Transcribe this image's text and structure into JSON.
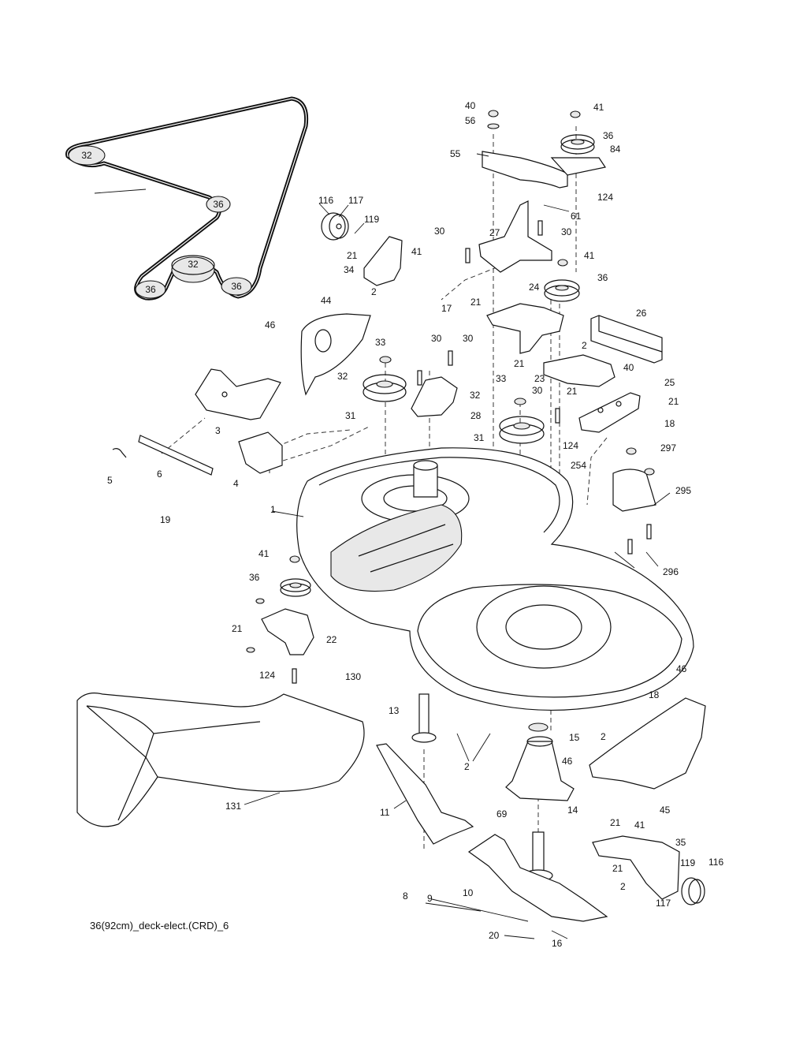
{
  "diagram": {
    "caption": "36(92cm)_deck-elect.(CRD)_6",
    "belt_pulleys": [
      "32",
      "36",
      "32",
      "36",
      "36"
    ],
    "callouts": [
      "40",
      "41",
      "56",
      "36",
      "84",
      "55",
      "124",
      "61",
      "116",
      "117",
      "119",
      "30",
      "27",
      "30",
      "21",
      "41",
      "34",
      "2",
      "41",
      "36",
      "17",
      "21",
      "24",
      "44",
      "46",
      "26",
      "33",
      "30",
      "30",
      "2",
      "40",
      "21",
      "23",
      "32",
      "32",
      "33",
      "30",
      "21",
      "25",
      "21",
      "3",
      "31",
      "28",
      "18",
      "124",
      "31",
      "254",
      "297",
      "5",
      "6",
      "4",
      "19",
      "295",
      "1",
      "296",
      "41",
      "36",
      "21",
      "22",
      "124",
      "130",
      "46",
      "13",
      "18",
      "15",
      "2",
      "2",
      "46",
      "131",
      "14",
      "45",
      "11",
      "69",
      "21",
      "41",
      "35",
      "119",
      "116",
      "21",
      "2",
      "8",
      "9",
      "10",
      "117",
      "20",
      "16"
    ]
  }
}
